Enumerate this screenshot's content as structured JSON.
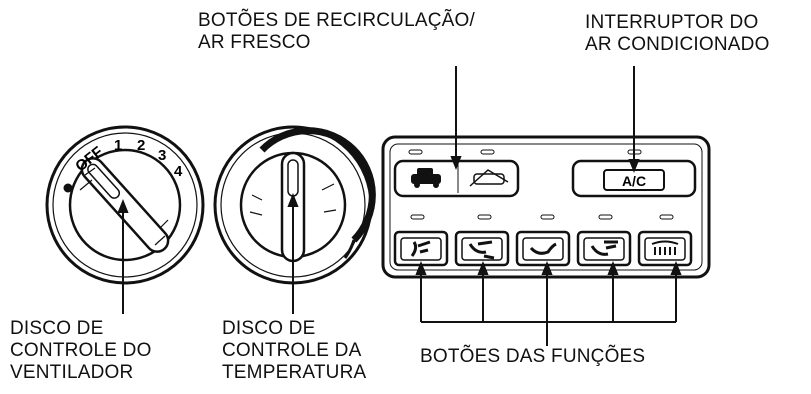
{
  "labels": {
    "recirc": [
      "BOTÕES DE RECIRCULAÇÃO/",
      "AR FRESCO"
    ],
    "ac_switch": [
      "INTERRUPTOR DO",
      "AR CONDICIONADO"
    ],
    "fan_dial": [
      "DISCO DE",
      "CONTROLE DO",
      "VENTILADOR"
    ],
    "temp_dial": [
      "DISCO DE",
      "CONTROLE DA",
      "TEMPERATURA"
    ],
    "function_buttons": "BOTÕES DAS FUNÇÕES"
  },
  "fan_dial": {
    "off_label": "OFF",
    "speeds": [
      "1",
      "2",
      "3",
      "4"
    ]
  },
  "panel": {
    "ac_button_label": "A/C",
    "function_icons": [
      "face-vent-icon",
      "bi-level-vent-icon",
      "floor-vent-icon",
      "floor-defrost-icon",
      "defrost-icon"
    ],
    "recirc_icons": [
      "recirculation-icon",
      "fresh-air-icon"
    ]
  }
}
